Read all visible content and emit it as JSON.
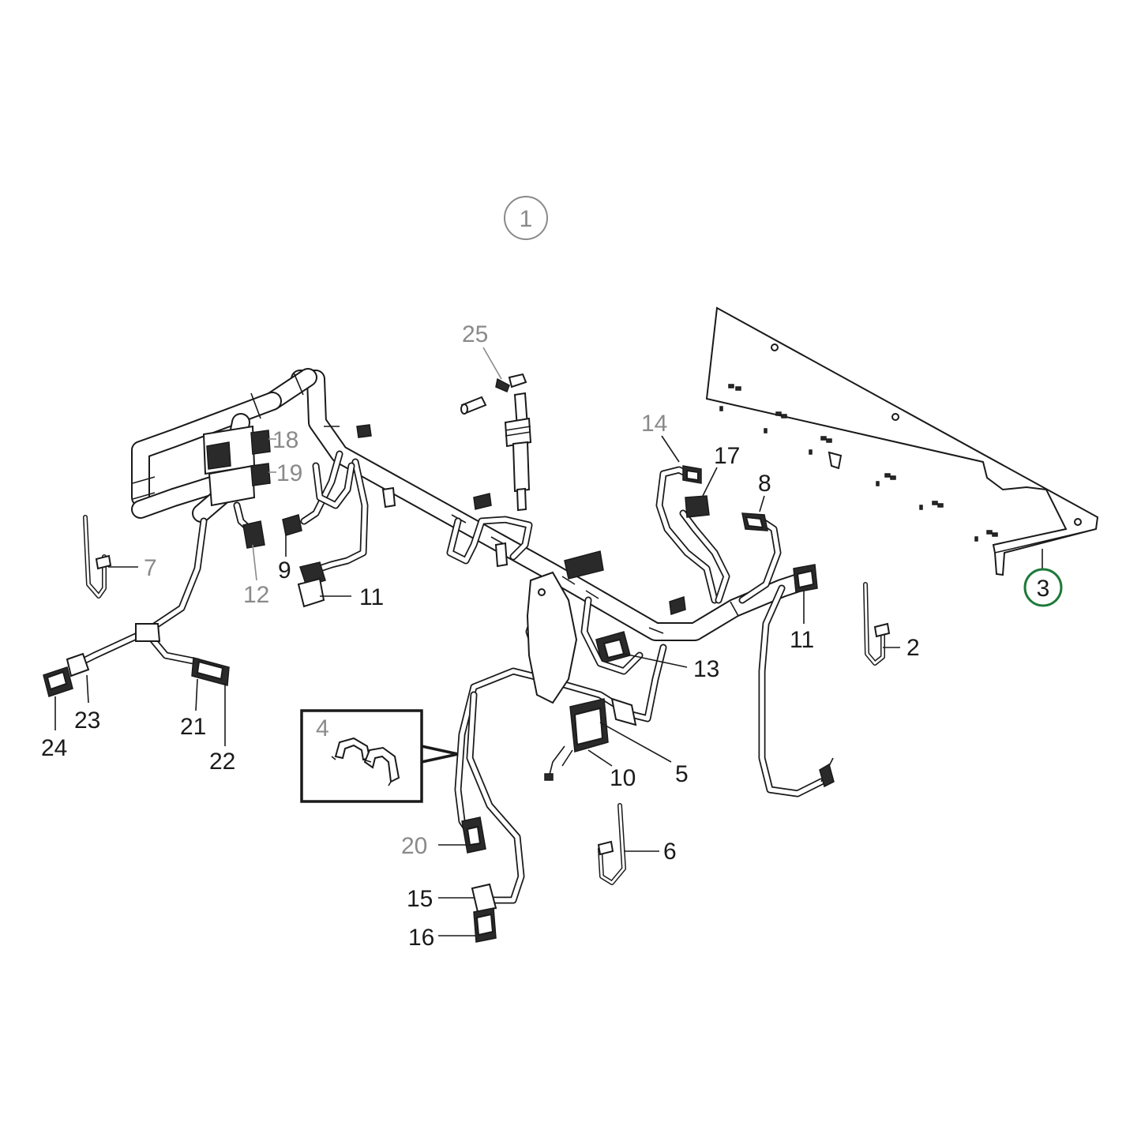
{
  "diagram": {
    "labels": {
      "c1": "1",
      "c2": "2",
      "c3": "3",
      "c4": "4",
      "c5": "5",
      "c6": "6",
      "c7": "7",
      "c8": "8",
      "c9": "9",
      "c10": "10",
      "c11a": "11",
      "c11b": "11",
      "c12": "12",
      "c13": "13",
      "c14": "14",
      "c15": "15",
      "c16": "16",
      "c17": "17",
      "c18": "18",
      "c19": "19",
      "c20": "20",
      "c21": "21",
      "c22": "22",
      "c23": "23",
      "c24": "24",
      "c25": "25"
    },
    "highlight_color": "#1e7a3a",
    "line_color": "#1a1a1a",
    "muted_label_color": "#8a8a8a"
  }
}
